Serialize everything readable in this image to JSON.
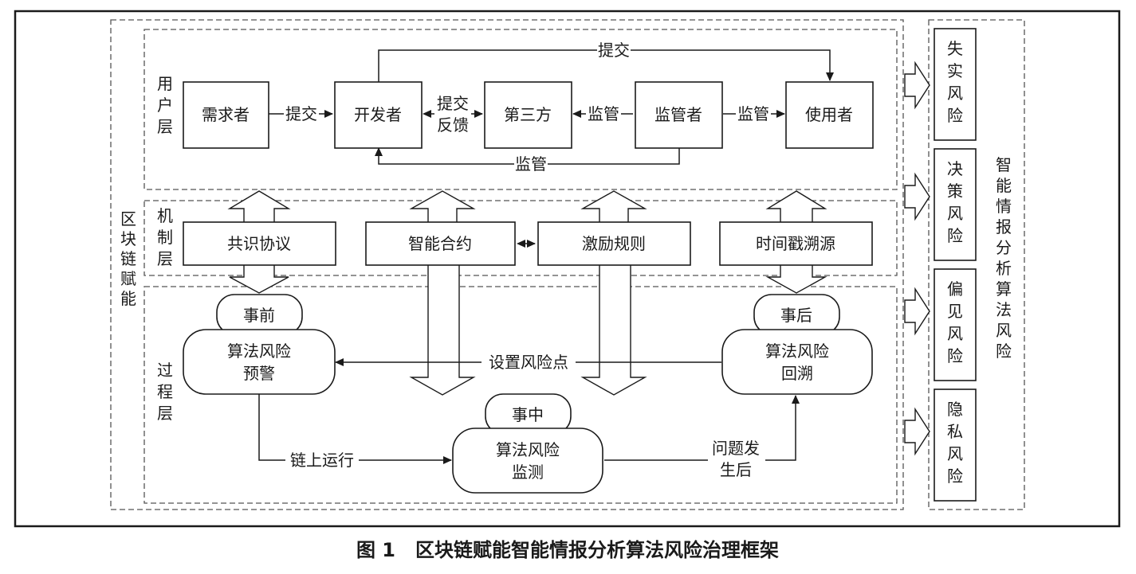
{
  "caption": "图 1   区块链赋能智能情报分析算法风险治理框架",
  "outer_label": [
    "区",
    "块",
    "链",
    "赋",
    "能"
  ],
  "right_label": [
    "智",
    "能",
    "情",
    "报",
    "分",
    "析",
    "算",
    "法",
    "风",
    "险"
  ],
  "layers": {
    "user": [
      "用",
      "户",
      "层"
    ],
    "mechanism": [
      "机",
      "制",
      "层"
    ],
    "process": [
      "过",
      "程",
      "层"
    ]
  },
  "user_layer": {
    "requester": "需求者",
    "developer": "开发者",
    "third_party": "第三方",
    "supervisor": "监管者",
    "user": "使用者",
    "edge_submit_1": "提交",
    "edge_submit_feedback": [
      "提交",
      "反馈"
    ],
    "edge_supervise_1": "监管",
    "edge_supervise_2": "监管",
    "edge_submit_top": "提交",
    "edge_supervise_bottom": "监管"
  },
  "mechanism_layer": {
    "consensus": "共识协议",
    "smart_contract": "智能合约",
    "incentive": "激励规则",
    "timestamp": "时间戳溯源"
  },
  "process_layer": {
    "before_tag": "事前",
    "warning": [
      "算法风险",
      "预警"
    ],
    "during_tag": "事中",
    "monitoring": [
      "算法风险",
      "监测"
    ],
    "after_tag": "事后",
    "backtrack": [
      "算法风险",
      "回溯"
    ],
    "set_risk_point": "设置风险点",
    "on_chain": "链上运行",
    "after_problem": [
      "问题发",
      "生后"
    ]
  },
  "risks": [
    [
      "失",
      "实",
      "风",
      "险"
    ],
    [
      "决",
      "策",
      "风",
      "险"
    ],
    [
      "偏",
      "见",
      "风",
      "险"
    ],
    [
      "隐",
      "私",
      "风",
      "险"
    ]
  ]
}
